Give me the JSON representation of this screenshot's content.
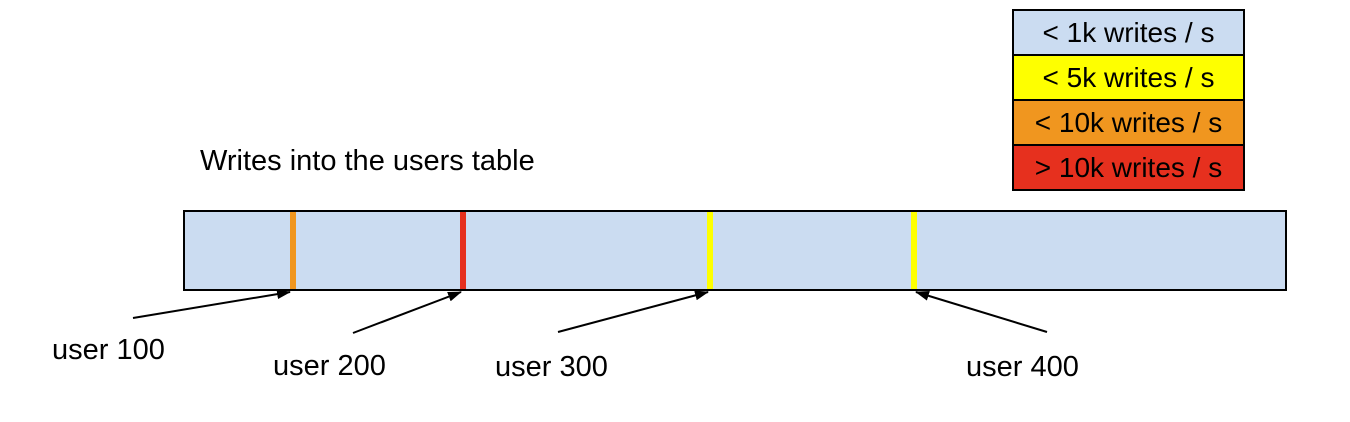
{
  "title": "Writes into the users table",
  "legend": {
    "items": [
      {
        "label": "< 1k writes / s",
        "color": "#cbdcf1"
      },
      {
        "label": "< 5k writes / s",
        "color": "#feff00"
      },
      {
        "label": "< 10k writes / s",
        "color": "#f0961f"
      },
      {
        "label": "> 10k writes / s",
        "color": "#e6301e"
      }
    ]
  },
  "bar": {
    "fill": "#cbdcf1",
    "border_color": "#000000",
    "markers": [
      {
        "user": "user 100",
        "color": "#f0961f",
        "writes_class": "< 10k writes / s"
      },
      {
        "user": "user 200",
        "color": "#e6301e",
        "writes_class": "> 10k writes / s"
      },
      {
        "user": "user 300",
        "color": "#feff00",
        "writes_class": "< 5k writes / s"
      },
      {
        "user": "user 400",
        "color": "#feff00",
        "writes_class": "< 5k writes / s"
      }
    ]
  },
  "arrow_color": "#000000"
}
